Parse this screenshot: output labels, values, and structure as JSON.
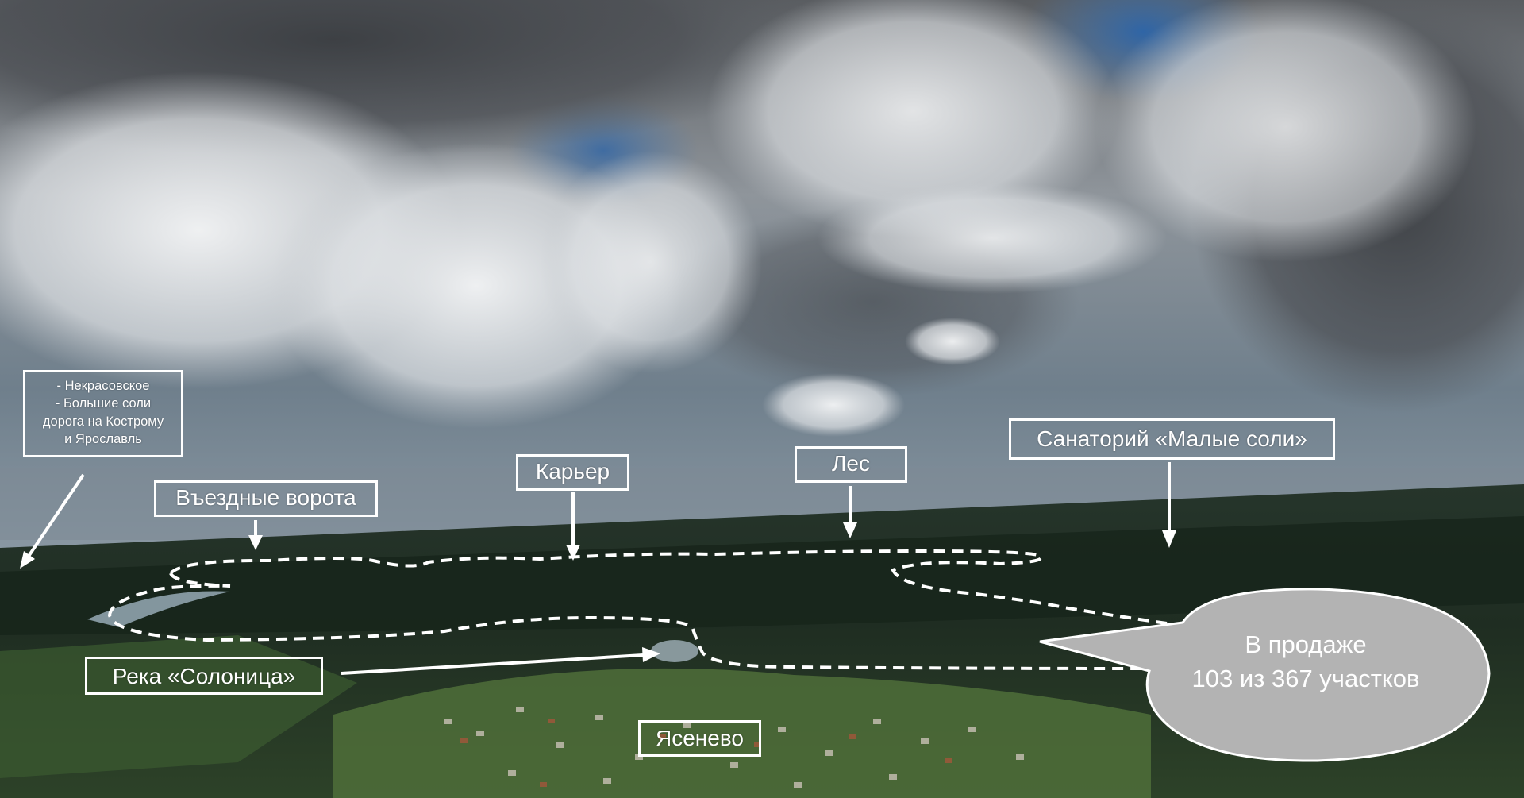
{
  "labels": {
    "directions": [
      "- Некрасовское",
      "- Большие соли",
      "дорога на Кострому",
      "и Ярославль"
    ],
    "entrance_gate": "Въездные ворота",
    "quarry": "Карьер",
    "forest": "Лес",
    "sanatorium": "Санаторий «Малые соли»",
    "river": "Река «Солоница»",
    "village": "Ясенево"
  },
  "sale_bubble": {
    "line1": "В продаже",
    "line2": "103 из 367 участков"
  },
  "colors": {
    "label_border": "#ffffff",
    "bubble_fill": "#b3b3b3",
    "sky_blue": "#3e6fa8",
    "forest_dark": "#1f2e22"
  }
}
